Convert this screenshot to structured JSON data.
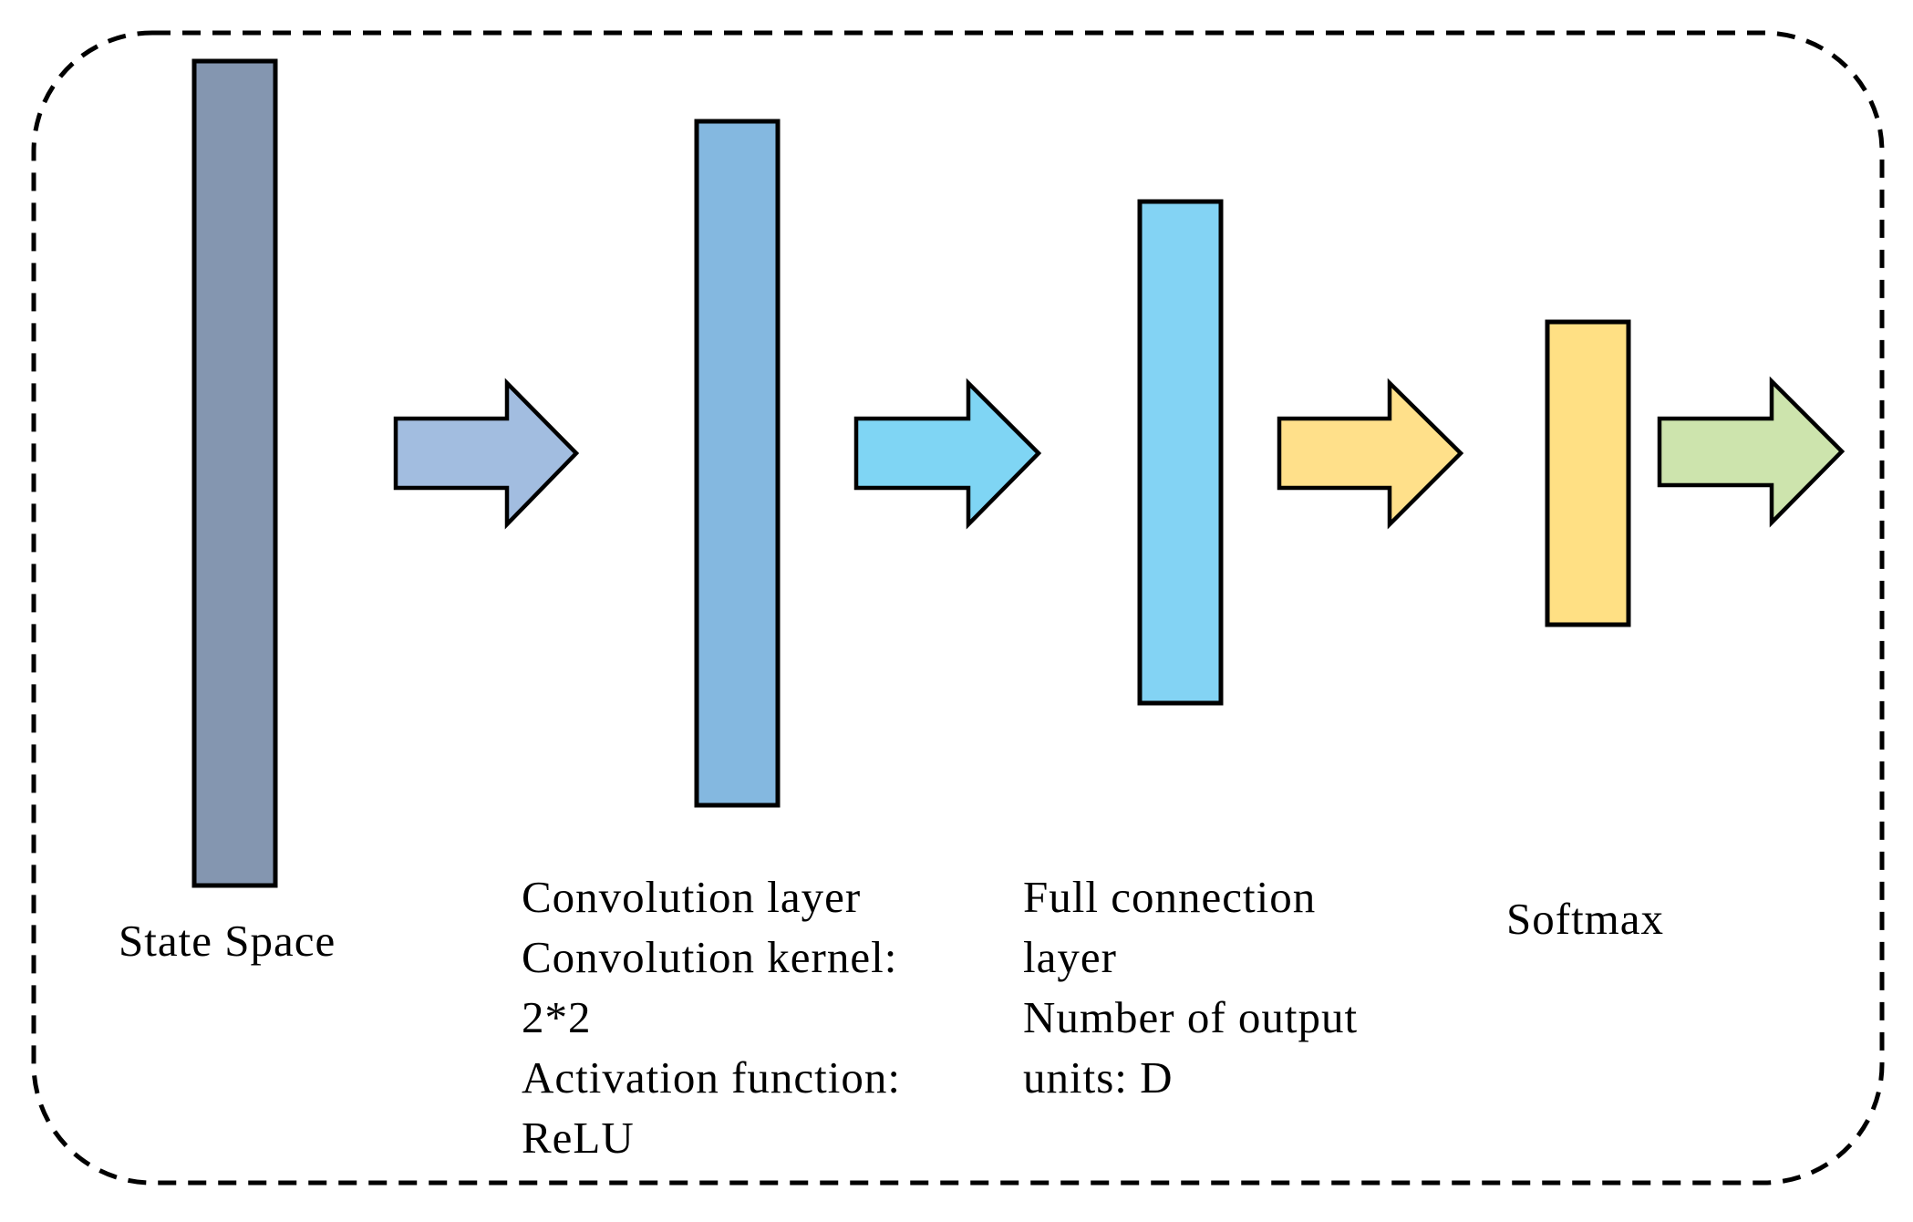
{
  "colors": {
    "frame_stroke": "#000000",
    "state_space_block": "#8496B0",
    "conv_block": "#84B8E0",
    "fc_block": "#83D3F4",
    "softmax_block": "#FFE084",
    "arrow_1": "#A2BDE0",
    "arrow_2": "#7FD5F4",
    "arrow_3": "#FFE08A",
    "arrow_4": "#CDE4AD"
  },
  "layers": {
    "state_space": {
      "lines": [
        "State  Space"
      ]
    },
    "convolution": {
      "lines": [
        "Convolution layer",
        "Convolution kernel:",
        "2*2",
        "Activation  function:",
        "ReLU"
      ]
    },
    "full_connection": {
      "lines": [
        "Full connection",
        "layer",
        "Number of output",
        "units: D"
      ]
    },
    "softmax": {
      "lines": [
        "Softmax"
      ]
    }
  }
}
